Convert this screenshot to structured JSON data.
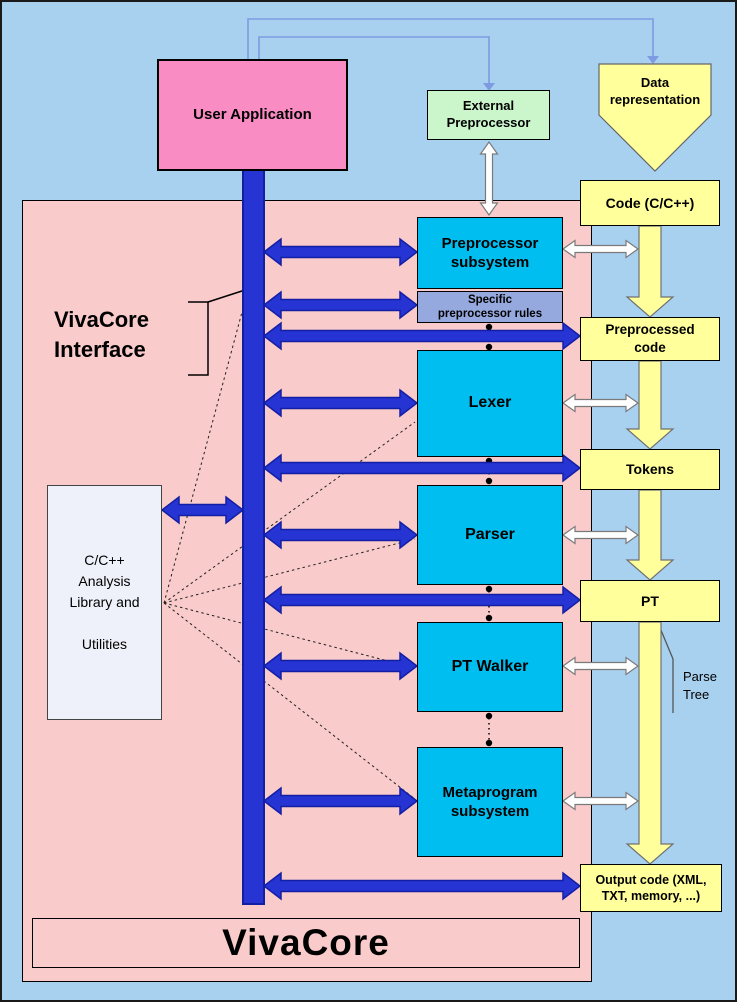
{
  "colors": {
    "background": "#A8D1F0",
    "panel_pink": "#F9CBCB",
    "user_application_pink": "#F88CC3",
    "module_cyan": "#00BEF0",
    "rules_periwinkle": "#96A9DF",
    "data_yellow": "#FFFF9C",
    "external_green": "#CBF6CB",
    "bus_blue": "#2634D3",
    "analysis_white": "#EEF1F9"
  },
  "labels": {
    "vivacore_interface": "VivaCore\nInterface",
    "vivacore_title": "VivaCore",
    "parse_tree": "Parse\nTree"
  },
  "nodes": {
    "user_application": {
      "label": "User Application"
    },
    "external_preprocessor": {
      "label": "External\nPreprocessor"
    },
    "data_representation": {
      "label": "Data\nrepresentation"
    },
    "code": {
      "label": "Code (C/C++)"
    },
    "preprocessor_subsystem": {
      "label": "Preprocessor\nsubsystem"
    },
    "specific_rules": {
      "label": "Specific\npreprocessor rules"
    },
    "preprocessed_code": {
      "label": "Preprocessed\ncode"
    },
    "lexer": {
      "label": "Lexer"
    },
    "tokens": {
      "label": "Tokens"
    },
    "parser": {
      "label": "Parser"
    },
    "pt": {
      "label": "PT"
    },
    "pt_walker": {
      "label": "PT Walker"
    },
    "metaprogram_subsystem": {
      "label": "Metaprogram\nsubsystem"
    },
    "output_code": {
      "label": "Output code (XML,\nTXT, memory, ...)"
    },
    "analysis_library": {
      "label": "C/C++\nAnalysis\nLibrary and\n\nUtilities"
    }
  }
}
